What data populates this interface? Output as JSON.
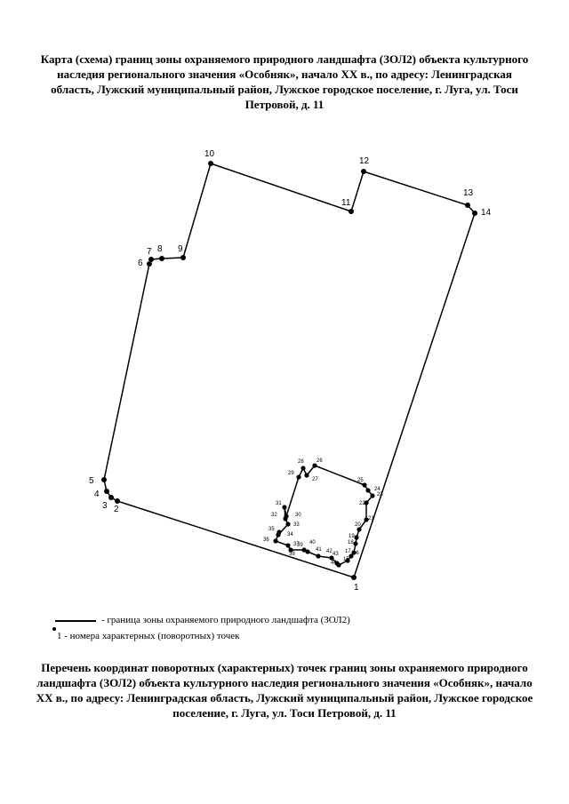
{
  "header": {
    "title": "Карта (схема) границ зоны охраняемого природного ландшафта (ЗОЛ2) объекта культурного наследия регионального значения «Особняк», начало XX в., по адресу: Ленинградская область, Лужский муниципальный район, Лужское городское поселение, г. Луга, ул. Тоси Петровой, д. 11"
  },
  "legend": {
    "line_label": "- граница зоны охраняемого природного ландшафта (ЗОЛ2)",
    "point_label": "1 - номера характерных (поворотных) точек"
  },
  "footer": {
    "title": "Перечень координат поворотных (характерных) точек границ зоны охраняемого природного ландшафта (ЗОЛ2) объекта культурного наследия регионального значения «Особняк», начало XX в., по адресу: Ленинградская область, Лужский муниципальный район, Лужское городское поселение, г. Луга, ул. Тоси Петровой, д. 11"
  },
  "map": {
    "point_labels": [
      "1",
      "2",
      "3",
      "4",
      "5",
      "6",
      "7",
      "8",
      "9",
      "10",
      "11",
      "12",
      "13",
      "14",
      "15",
      "16",
      "17",
      "18",
      "19",
      "20",
      "21",
      "22",
      "23",
      "24",
      "25",
      "26",
      "27",
      "28",
      "29",
      "30",
      "31",
      "32",
      "33",
      "34",
      "35",
      "36",
      "37",
      "38",
      "39",
      "40",
      "41",
      "42",
      "43",
      "44"
    ]
  }
}
